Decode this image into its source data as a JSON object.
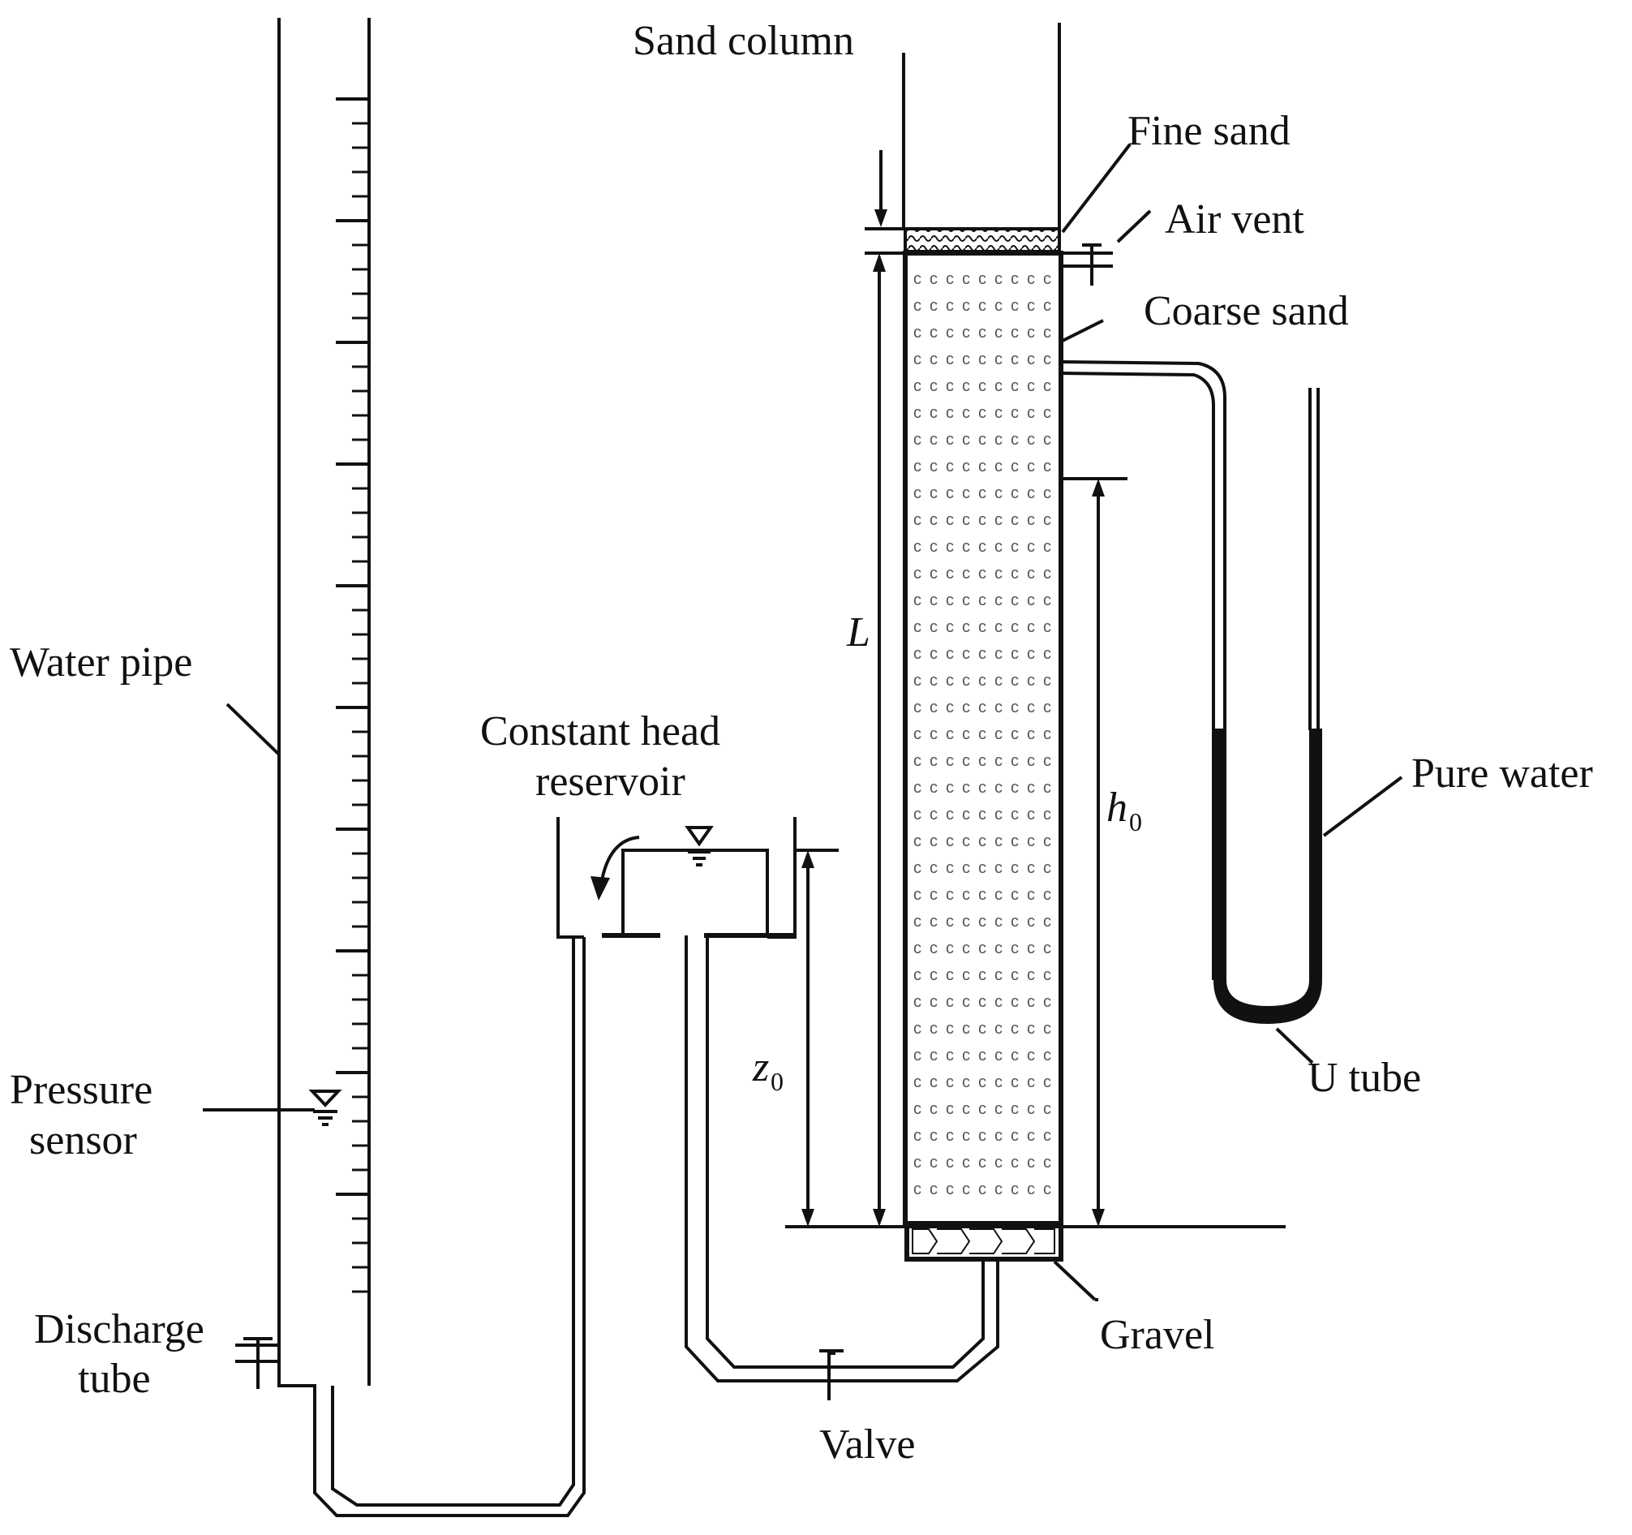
{
  "labels": {
    "sand_column": "Sand column",
    "fine_sand": "Fine sand",
    "air_vent": "Air vent",
    "coarse_sand": "Coarse sand",
    "water_pipe": "Water pipe",
    "constant_head_line1": "Constant head",
    "constant_head_line2": "reservoir",
    "pure_water": "Pure water",
    "pressure_line1": "Pressure",
    "pressure_line2": "sensor",
    "u_tube": "U tube",
    "discharge_line1": "Discharge",
    "discharge_line2": "tube",
    "gravel": "Gravel",
    "valve": "Valve"
  },
  "variables": {
    "L": "L",
    "h": "h",
    "h_sub": "0",
    "z": "z",
    "z_sub": "0"
  }
}
